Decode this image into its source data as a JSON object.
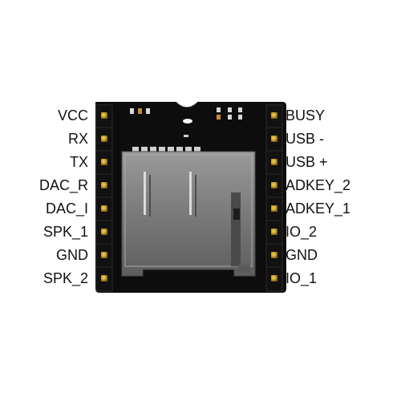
{
  "board": {
    "pcb_color": "#0d0d0d",
    "pin_color": "#c9a227",
    "card_slot_color": "#7d7d7d"
  },
  "left_pins": [
    {
      "label": "VCC"
    },
    {
      "label": "RX"
    },
    {
      "label": "TX"
    },
    {
      "label": "DAC_R"
    },
    {
      "label": "DAC_I"
    },
    {
      "label": "SPK_1"
    },
    {
      "label": "GND"
    },
    {
      "label": "SPK_2"
    }
  ],
  "right_pins": [
    {
      "label": "BUSY"
    },
    {
      "label": "USB -"
    },
    {
      "label": "USB +"
    },
    {
      "label": "ADKEY_2"
    },
    {
      "label": "ADKEY_1"
    },
    {
      "label": "IO_2"
    },
    {
      "label": "GND"
    },
    {
      "label": "IO_1"
    }
  ]
}
